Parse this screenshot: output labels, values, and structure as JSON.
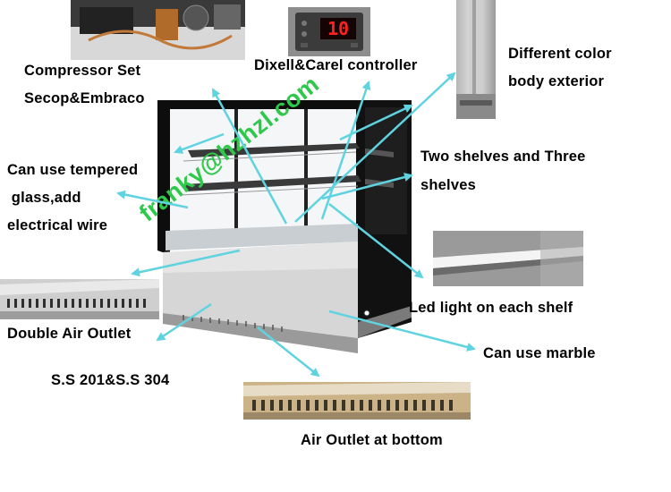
{
  "labels": {
    "compressor_line1": "Compressor Set",
    "compressor_line2": "Secop&Embraco",
    "controller": "Dixell&Carel controller",
    "color_line1": "Different  color",
    "color_line2": "body exterior",
    "glass_line1": "Can use tempered",
    "glass_line2": " glass,add",
    "glass_line3": "electrical wire",
    "shelves_line1": "Two shelves and Three",
    "shelves_line2": "shelves",
    "led": "Led light on each shelf",
    "air_outlet_double": "Double Air Outlet",
    "marble": "Can use marble",
    "steel": "S.S 201&S.S 304",
    "air_outlet_bottom": "Air Outlet at bottom"
  },
  "controller_display": "10",
  "watermark": "franky@hzhzl.com",
  "colors": {
    "arrow": "#5fd3e0",
    "watermark": "#2ec84a",
    "steel_light": "#e6e6e6",
    "steel_dark": "#8a8a8a",
    "frame_black": "#0d0d0d",
    "display_red": "#ff2020"
  }
}
